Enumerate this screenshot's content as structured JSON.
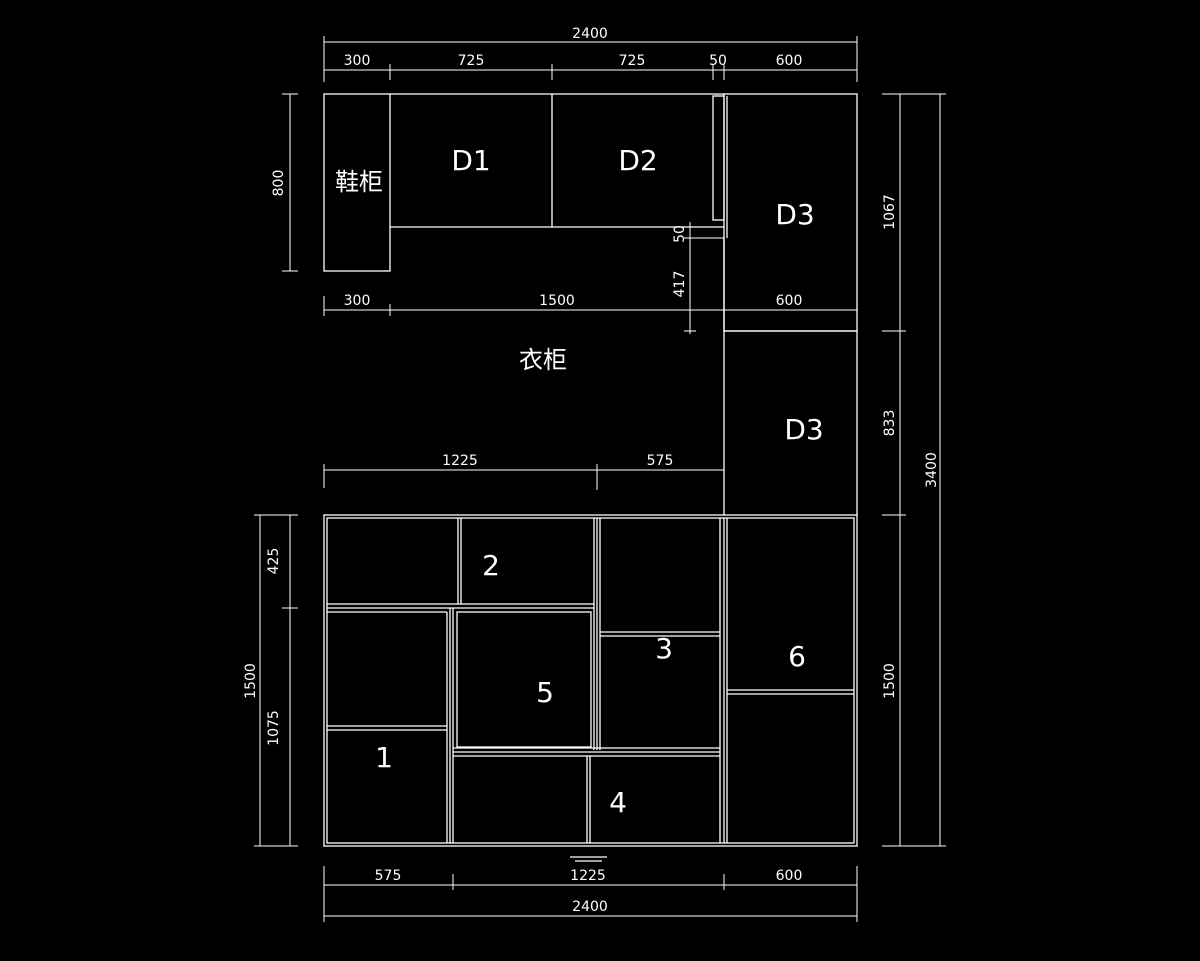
{
  "colors": {
    "background": "#000000",
    "lines": "#ffffff"
  },
  "labels": {
    "shoe_cabinet": "鞋柜",
    "d1": "D1",
    "d2": "D2",
    "d3_top": "D3",
    "d3_mid": "D3",
    "wardrobe": "衣柜",
    "c1": "1",
    "c2": "2",
    "c3": "3",
    "c4": "4",
    "c5": "5",
    "c6": "6"
  },
  "dims": {
    "top_total": "2400",
    "top_300": "300",
    "top_725a": "725",
    "top_725b": "725",
    "top_50": "50",
    "top_600": "600",
    "mid_300": "300",
    "mid_1500": "1500",
    "mid_600": "600",
    "inner_1225": "1225",
    "inner_575": "575",
    "bot_575": "575",
    "bot_1225": "1225",
    "bot_600": "600",
    "bot_total": "2400",
    "left_800": "800",
    "left_425": "425",
    "left_1075": "1075",
    "left_1500": "1500",
    "right_1067": "1067",
    "right_833": "833",
    "right_1500": "1500",
    "right_3400": "3400",
    "v_50": "50",
    "v_417": "417"
  }
}
